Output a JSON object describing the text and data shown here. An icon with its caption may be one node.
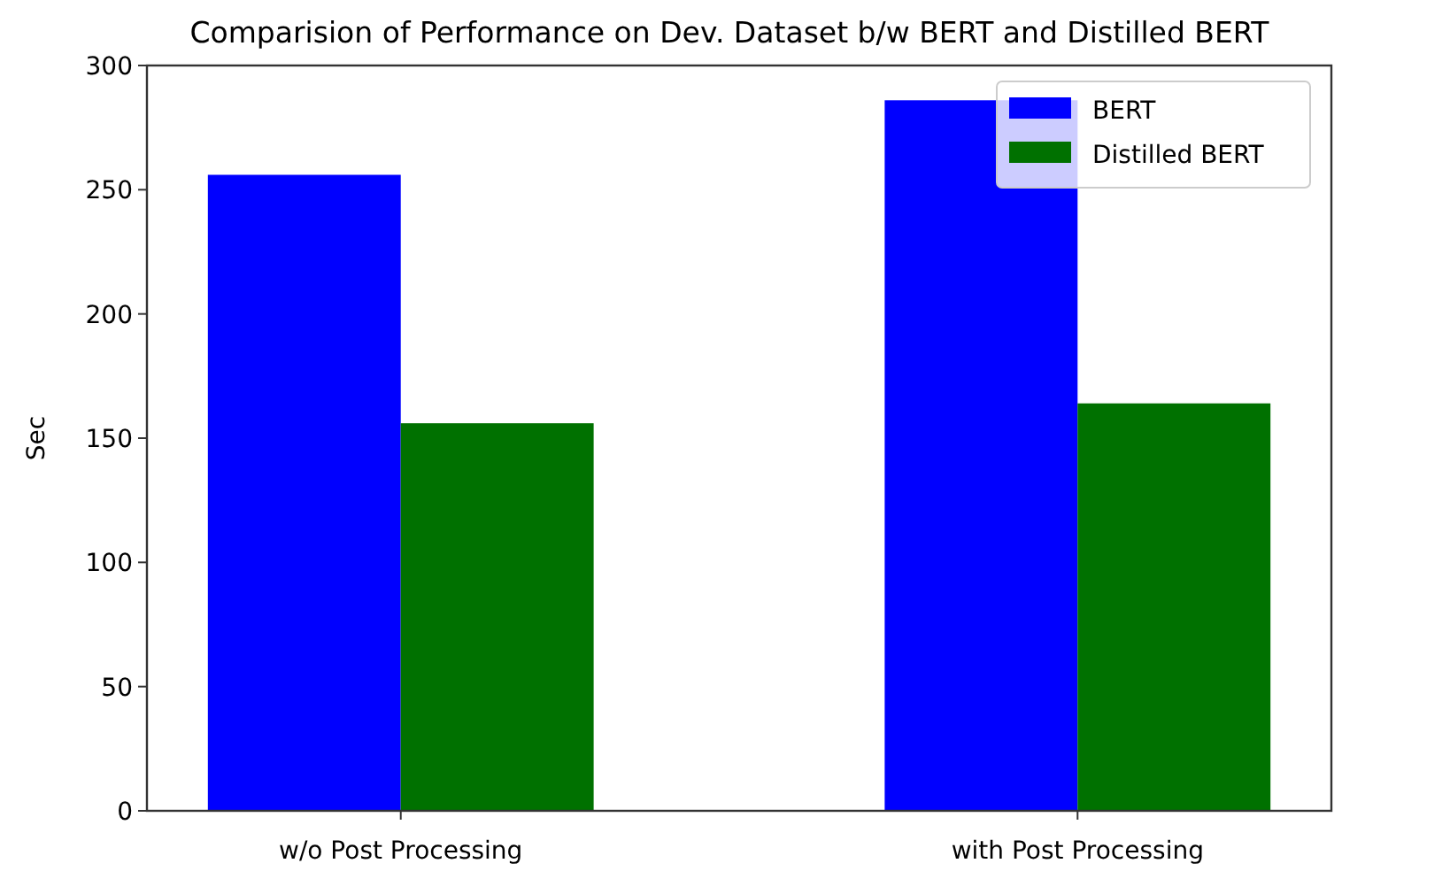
{
  "diagram": {
    "chart_data": {
      "type": "bar",
      "title": "Comparision of Performance on Dev. Dataset b/w BERT and Distilled BERT",
      "ylabel": "Sec",
      "categories": [
        "w/o Post Processing",
        "with Post Processing"
      ],
      "series": [
        {
          "name": "BERT",
          "color": "#0000ff",
          "values": [
            256,
            286
          ]
        },
        {
          "name": "Distilled BERT",
          "color": "#007100",
          "values": [
            156,
            164
          ]
        }
      ],
      "legend": "upper right",
      "ylim": [
        0,
        300
      ],
      "yticks": [
        0,
        50,
        100,
        150,
        200,
        250,
        300
      ]
    }
  }
}
